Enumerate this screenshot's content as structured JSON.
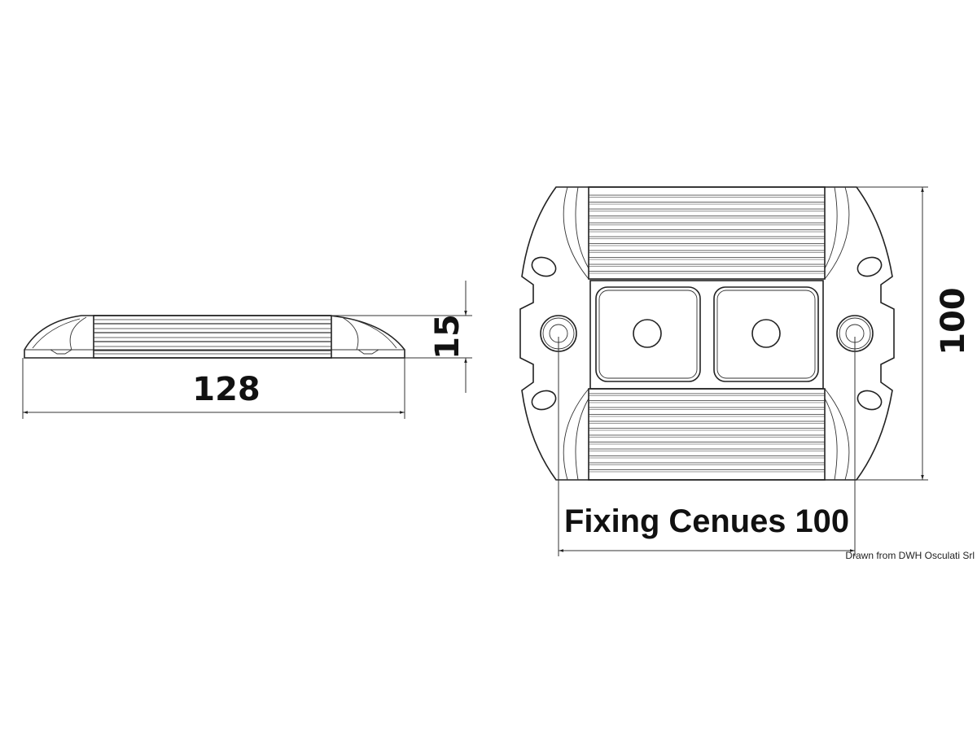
{
  "side_view": {
    "length_label": "128",
    "height_label": "15"
  },
  "front_view": {
    "height_label": "100",
    "fixing_label": "Fixing Cenues 100"
  },
  "credit": "Drawn from DWH Osculati Srl"
}
